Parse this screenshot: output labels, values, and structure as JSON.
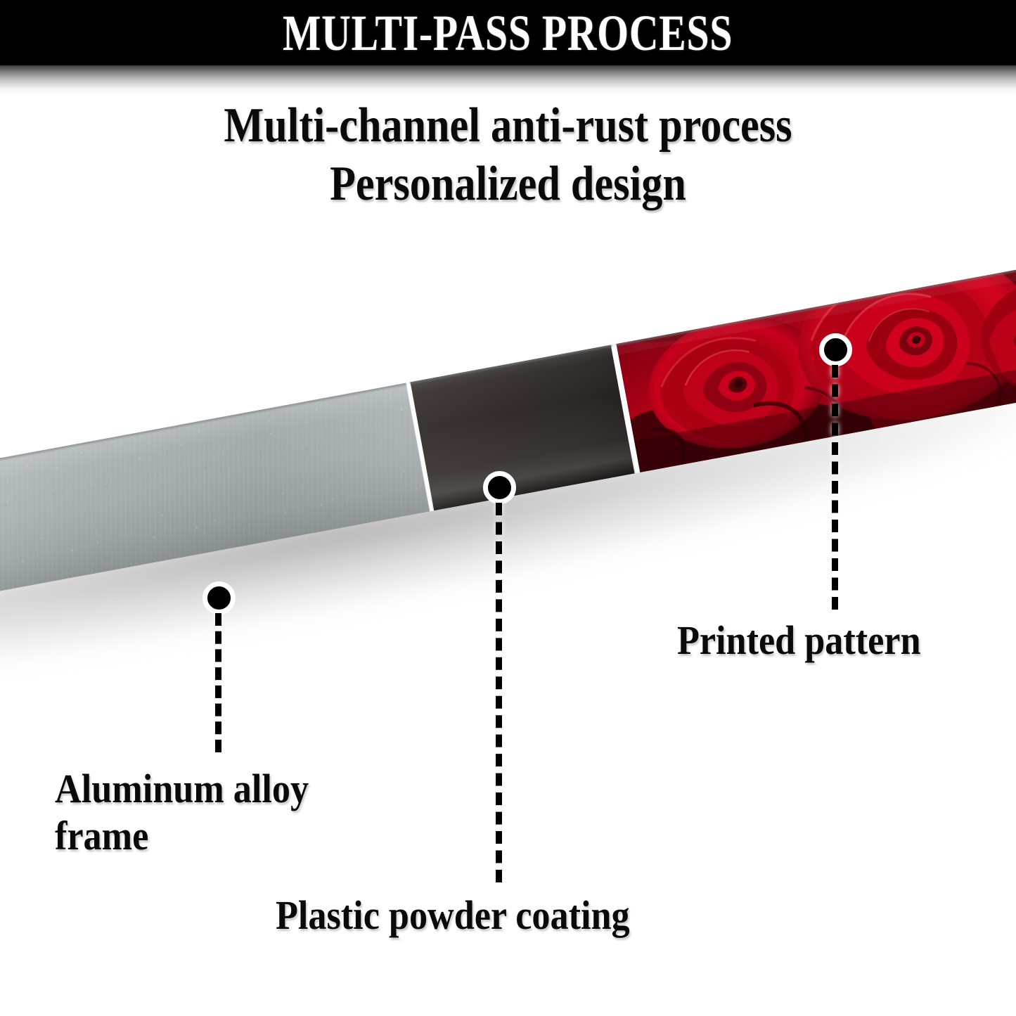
{
  "banner": {
    "title": "MULTI-PASS PROCESS",
    "background_color": "#000000",
    "text_color": "#ffffff"
  },
  "subtitle": {
    "line1": "Multi-channel anti-rust process",
    "line2": "Personalized design",
    "text_color": "#0a0a0a"
  },
  "product": {
    "name": "license-plate-frame",
    "segments": [
      {
        "id": "aluminum",
        "label": "Aluminum alloy frame",
        "material": "brushed aluminum",
        "color": "#a9afb1"
      },
      {
        "id": "powder-coating",
        "label": "Plastic powder coating",
        "material": "black plastic powder",
        "color": "#2f2a28"
      },
      {
        "id": "printed-pattern",
        "label": "Printed pattern",
        "material": "red rose print",
        "color": "#c20018"
      }
    ]
  },
  "callouts": [
    {
      "id": "aluminum",
      "label_line1": "Aluminum alloy",
      "label_line2": "frame",
      "marker": "callout-dot",
      "leader": "dashed-line"
    },
    {
      "id": "powder-coating",
      "label_line1": "Plastic powder coating",
      "label_line2": "",
      "marker": "callout-dot",
      "leader": "dashed-line"
    },
    {
      "id": "printed-pattern",
      "label_line1": "Printed pattern",
      "label_line2": "",
      "marker": "callout-dot",
      "leader": "dashed-line"
    }
  ],
  "colors": {
    "banner_bg": "#000000",
    "page_bg": "#ffffff",
    "aluminum": "#a9afb1",
    "coating": "#2f2a28",
    "rose_bright": "#d2001c",
    "rose_mid": "#9a0010",
    "rose_dark": "#3a0008",
    "marker_fill": "#000000",
    "marker_ring": "#ffffff"
  }
}
